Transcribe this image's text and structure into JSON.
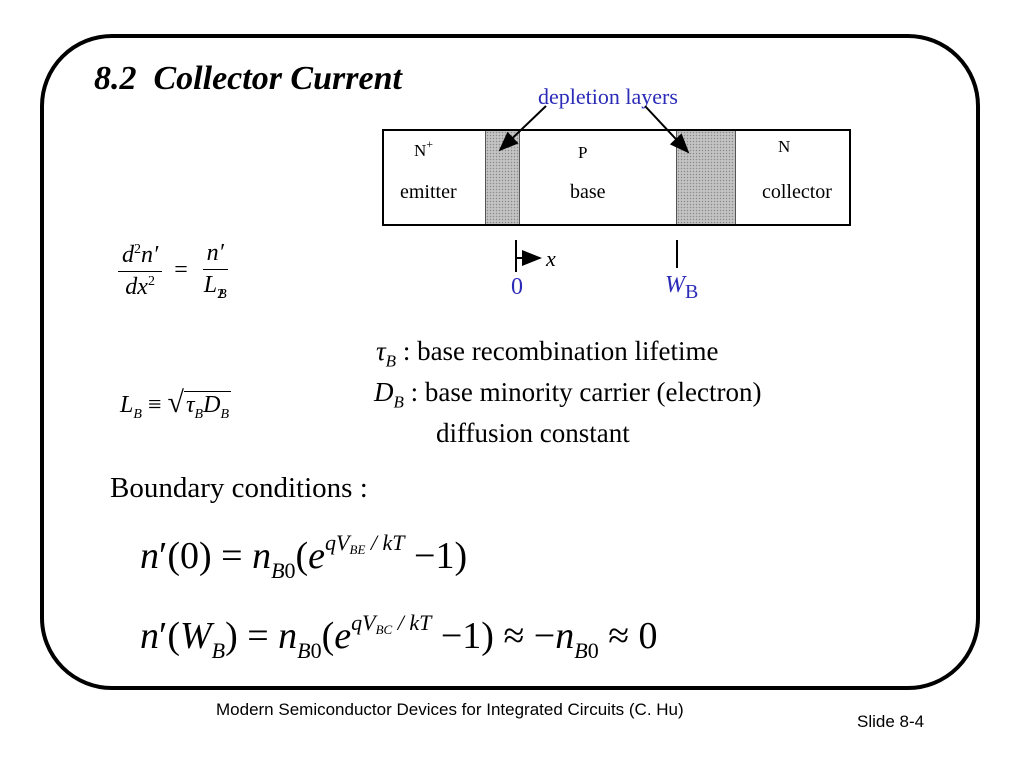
{
  "slide": {
    "title": "8.2  Collector Current",
    "footer": "Modern Semiconductor Devices for Integrated Circuits (C. Hu)",
    "slide_number": "Slide 8-4"
  },
  "diagram": {
    "depletion_label": "depletion layers",
    "emitter_doping": "N",
    "emitter_doping_sup": "+",
    "base_doping": "P",
    "collector_doping": "N",
    "emitter_label": "emitter",
    "base_label": "base",
    "collector_label": "collector",
    "x_axis_label": "x",
    "origin_label": "0",
    "wb_symbol": "W",
    "wb_subscript": "B",
    "colors": {
      "annotation": "#2b2bb8",
      "depletion": "#c4c4c4"
    }
  },
  "definitions": {
    "tau_symbol": "τ",
    "tau_sub": "B",
    "tau_text": " :  base recombination lifetime",
    "d_symbol": "D",
    "d_sub": "B",
    "d_text": " : base minority carrier (electron)",
    "d_text2": "diffusion constant"
  },
  "boundary": {
    "heading": "Boundary conditions :"
  }
}
